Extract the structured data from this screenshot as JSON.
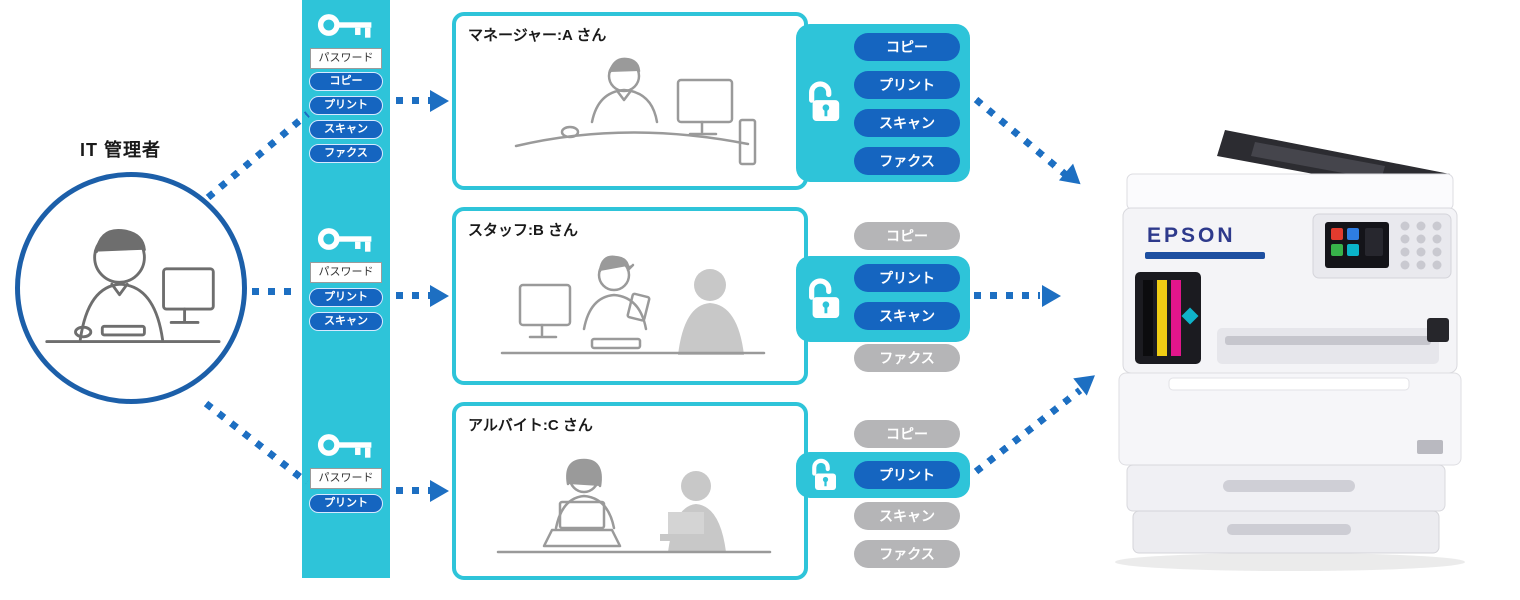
{
  "admin": {
    "label": "IT 管理者"
  },
  "password_bar": {
    "sections": [
      {
        "password_label": "パスワード",
        "permissions": [
          "コピー",
          "プリント",
          "スキャン",
          "ファクス"
        ]
      },
      {
        "password_label": "パスワード",
        "permissions": [
          "プリント",
          "スキャン"
        ]
      },
      {
        "password_label": "パスワード",
        "permissions": [
          "プリント"
        ]
      }
    ]
  },
  "users": [
    {
      "title": "マネージャー:A さん",
      "permissions": [
        {
          "label": "コピー",
          "enabled": true
        },
        {
          "label": "プリント",
          "enabled": true
        },
        {
          "label": "スキャン",
          "enabled": true
        },
        {
          "label": "ファクス",
          "enabled": true
        }
      ]
    },
    {
      "title": "スタッフ:B さん",
      "permissions": [
        {
          "label": "コピー",
          "enabled": false
        },
        {
          "label": "プリント",
          "enabled": true
        },
        {
          "label": "スキャン",
          "enabled": true
        },
        {
          "label": "ファクス",
          "enabled": false
        }
      ]
    },
    {
      "title": "アルバイト:C さん",
      "permissions": [
        {
          "label": "コピー",
          "enabled": false
        },
        {
          "label": "プリント",
          "enabled": true
        },
        {
          "label": "スキャン",
          "enabled": false
        },
        {
          "label": "ファクス",
          "enabled": false
        }
      ]
    }
  ],
  "printer": {
    "brand": "EPSON"
  },
  "icons": {
    "key": "key-icon",
    "lock": "unlock-icon",
    "arrow": "dotted-arrow"
  },
  "colors": {
    "cyan": "#2ec4d9",
    "badge_blue": "#1565c0",
    "badge_gray": "#b5b5b7",
    "arrow_blue": "#1d6fc2",
    "circle_blue": "#1c5fa9"
  }
}
